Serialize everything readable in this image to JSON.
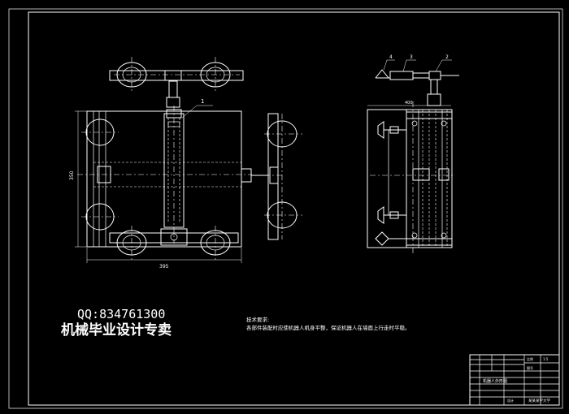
{
  "watermark": {
    "qq": "QQ:834761300",
    "slogan": "机械毕业设计专卖"
  },
  "notes": {
    "heading": "技术要求:",
    "line1": "各部件装配时应使机器人机身平整，保证机器人在墙面上行走时平稳。"
  },
  "dimensions": {
    "width_label": "395",
    "height_label": "350",
    "side_label": "400"
  },
  "part_labels": {
    "front_part1": "1",
    "side_part4": "4",
    "side_part3": "3",
    "side_part2": "2"
  },
  "title_block": {
    "drawing_name": "机器人外形图",
    "school": "某某某学大学",
    "designer": "设计",
    "tiny1": "比例",
    "tiny2": "图号",
    "scale": "1:5"
  }
}
